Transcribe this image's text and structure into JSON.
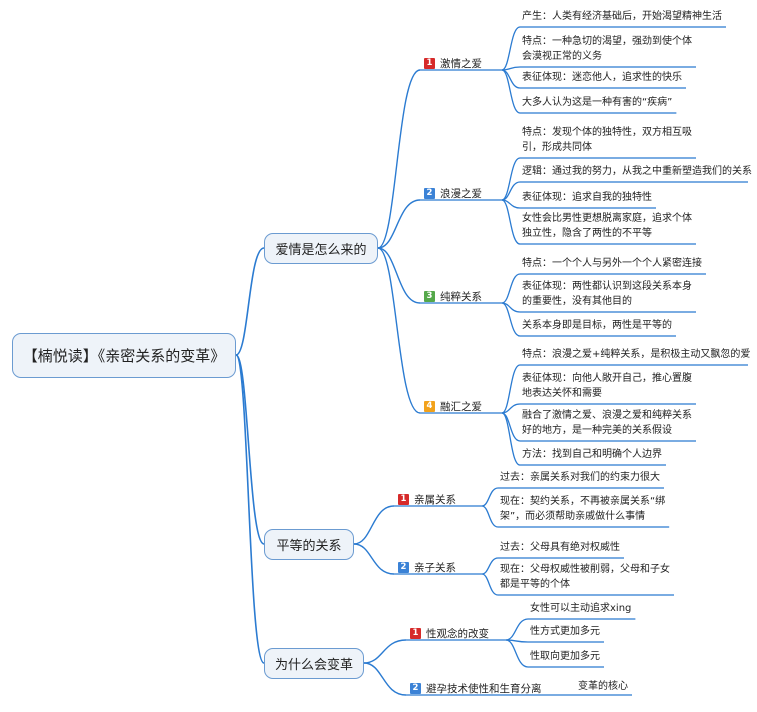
{
  "colors": {
    "line": "#2b7bd1",
    "box_fill": "#eef3f9",
    "box_border": "#6b9bd1",
    "badge_red": "#d62a2a",
    "badge_blue": "#3b82d6",
    "badge_green": "#55a84a",
    "badge_orange": "#f2a21b"
  },
  "root": {
    "label": "【楠悦读】《亲密关系的变革》"
  },
  "branches": [
    {
      "label": "爱情是怎么来的",
      "children": [
        {
          "num": "1",
          "badge": "red",
          "label": "激情之爱",
          "items": [
            [
              "产生：人类有经济基础后，开始渴望精神生活"
            ],
            [
              "特点：一种急切的渴望，强劲到使个体",
              "会漠视正常的义务"
            ],
            [
              "表征体现：迷恋他人，追求性的快乐"
            ],
            [
              "大多人认为这是一种有害的“疾病”"
            ]
          ]
        },
        {
          "num": "2",
          "badge": "blue",
          "label": "浪漫之爱",
          "items": [
            [
              "特点：发现个体的独特性，双方相互吸",
              "引，形成共同体"
            ],
            [
              "逻辑：通过我的努力，从我之中重新塑造我们的关系"
            ],
            [
              "表征体现：追求自我的独特性"
            ],
            [
              "女性会比男性更想脱离家庭，追求个体",
              "独立性，隐含了两性的不平等"
            ]
          ]
        },
        {
          "num": "3",
          "badge": "green",
          "label": "纯粹关系",
          "items": [
            [
              "特点：一个个人与另外一个个人紧密连接"
            ],
            [
              "表征体现：两性都认识到这段关系本身",
              "的重要性，没有其他目的"
            ],
            [
              "关系本身即是目标，两性是平等的"
            ]
          ]
        },
        {
          "num": "4",
          "badge": "orange",
          "label": "融汇之爱",
          "items": [
            [
              "特点：浪漫之爱+纯粹关系，是积极主动又飘忽的爱"
            ],
            [
              "表征体现：向他人敞开自己，推心置腹",
              "地表达关怀和需要"
            ],
            [
              "融合了激情之爱、浪漫之爱和纯粹关系",
              "好的地方，是一种完美的关系假设"
            ],
            [
              "方法：找到自己和明确个人边界"
            ]
          ]
        }
      ]
    },
    {
      "label": "平等的关系",
      "children": [
        {
          "num": "1",
          "badge": "red",
          "label": "亲属关系",
          "items": [
            [
              "过去：亲属关系对我们的约束力很大"
            ],
            [
              "现在：契约关系，不再被亲属关系“绑",
              "架”，而必须帮助亲戚做什么事情"
            ]
          ]
        },
        {
          "num": "2",
          "badge": "blue",
          "label": "亲子关系",
          "items": [
            [
              "过去：父母具有绝对权威性"
            ],
            [
              "现在：父母权威性被削弱，父母和子女",
              "都是平等的个体"
            ]
          ]
        }
      ]
    },
    {
      "label": "为什么会变革",
      "children": [
        {
          "num": "1",
          "badge": "red",
          "label": "性观念的改变",
          "items": [
            [
              "女性可以主动追求xing"
            ],
            [
              "性方式更加多元"
            ],
            [
              "性取向更加多元"
            ]
          ]
        },
        {
          "num": "2",
          "badge": "blue",
          "label": "避孕技术使性和生育分离",
          "items": [
            [
              "变革的核心"
            ]
          ]
        }
      ]
    }
  ]
}
